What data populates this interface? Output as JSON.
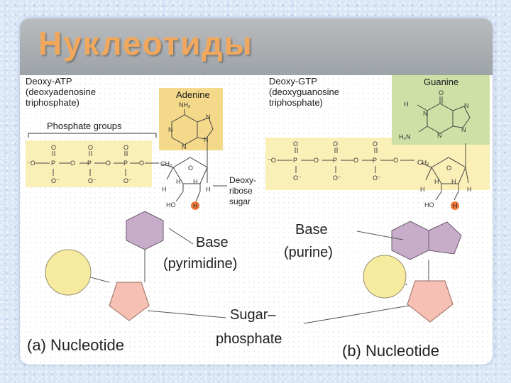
{
  "slide": {
    "title": "Нуклеотиды"
  },
  "datp": {
    "name": "Deoxy-ATP",
    "full_line1": "(deoxyadenosine",
    "full_line2": "triphosphate)",
    "phosphate_groups_label": "Phosphate groups",
    "base_name": "Adenine",
    "base_amino": "NH₂",
    "sugar_label_line1": "Deoxy-",
    "sugar_label_line2": "ribose",
    "sugar_label_line3": "sugar"
  },
  "dgtp": {
    "name": "Deoxy-GTP",
    "full_line1": "(deoxyguanosine",
    "full_line2": "triphosphate)",
    "base_name": "Guanine",
    "base_amino": "H₂N"
  },
  "chem": {
    "O": "O",
    "O_minus": "O⁻",
    "minus_O": "⁻O",
    "P": "P",
    "N": "N",
    "H": "H",
    "HO": "HO",
    "CH2": "CH₂"
  },
  "schematic": {
    "base_pyrimidine_line1": "Base",
    "base_pyrimidine_line2": "(pyrimidine)",
    "base_purine_line1": "Base",
    "base_purine_line2": "(purine)",
    "sugar_phosphate_line1": "Sugar–",
    "sugar_phosphate_line2": "phosphate",
    "caption_a": "(a)  Nucleotide",
    "caption_b": "(b)  Nucleotide"
  },
  "colors": {
    "title": "#f2a85c",
    "title_band": "#a9aeb2",
    "phosphate_bg": "#fbefb8",
    "adenine_bg": "#f5d98a",
    "guanine_bg": "#cfe0a6",
    "hexagon_fill": "#c7adc9",
    "pentagon_fill": "#f6c1b4",
    "circle_fill": "#f6ea9e",
    "oxygen_highlight": "#f07a3a"
  }
}
